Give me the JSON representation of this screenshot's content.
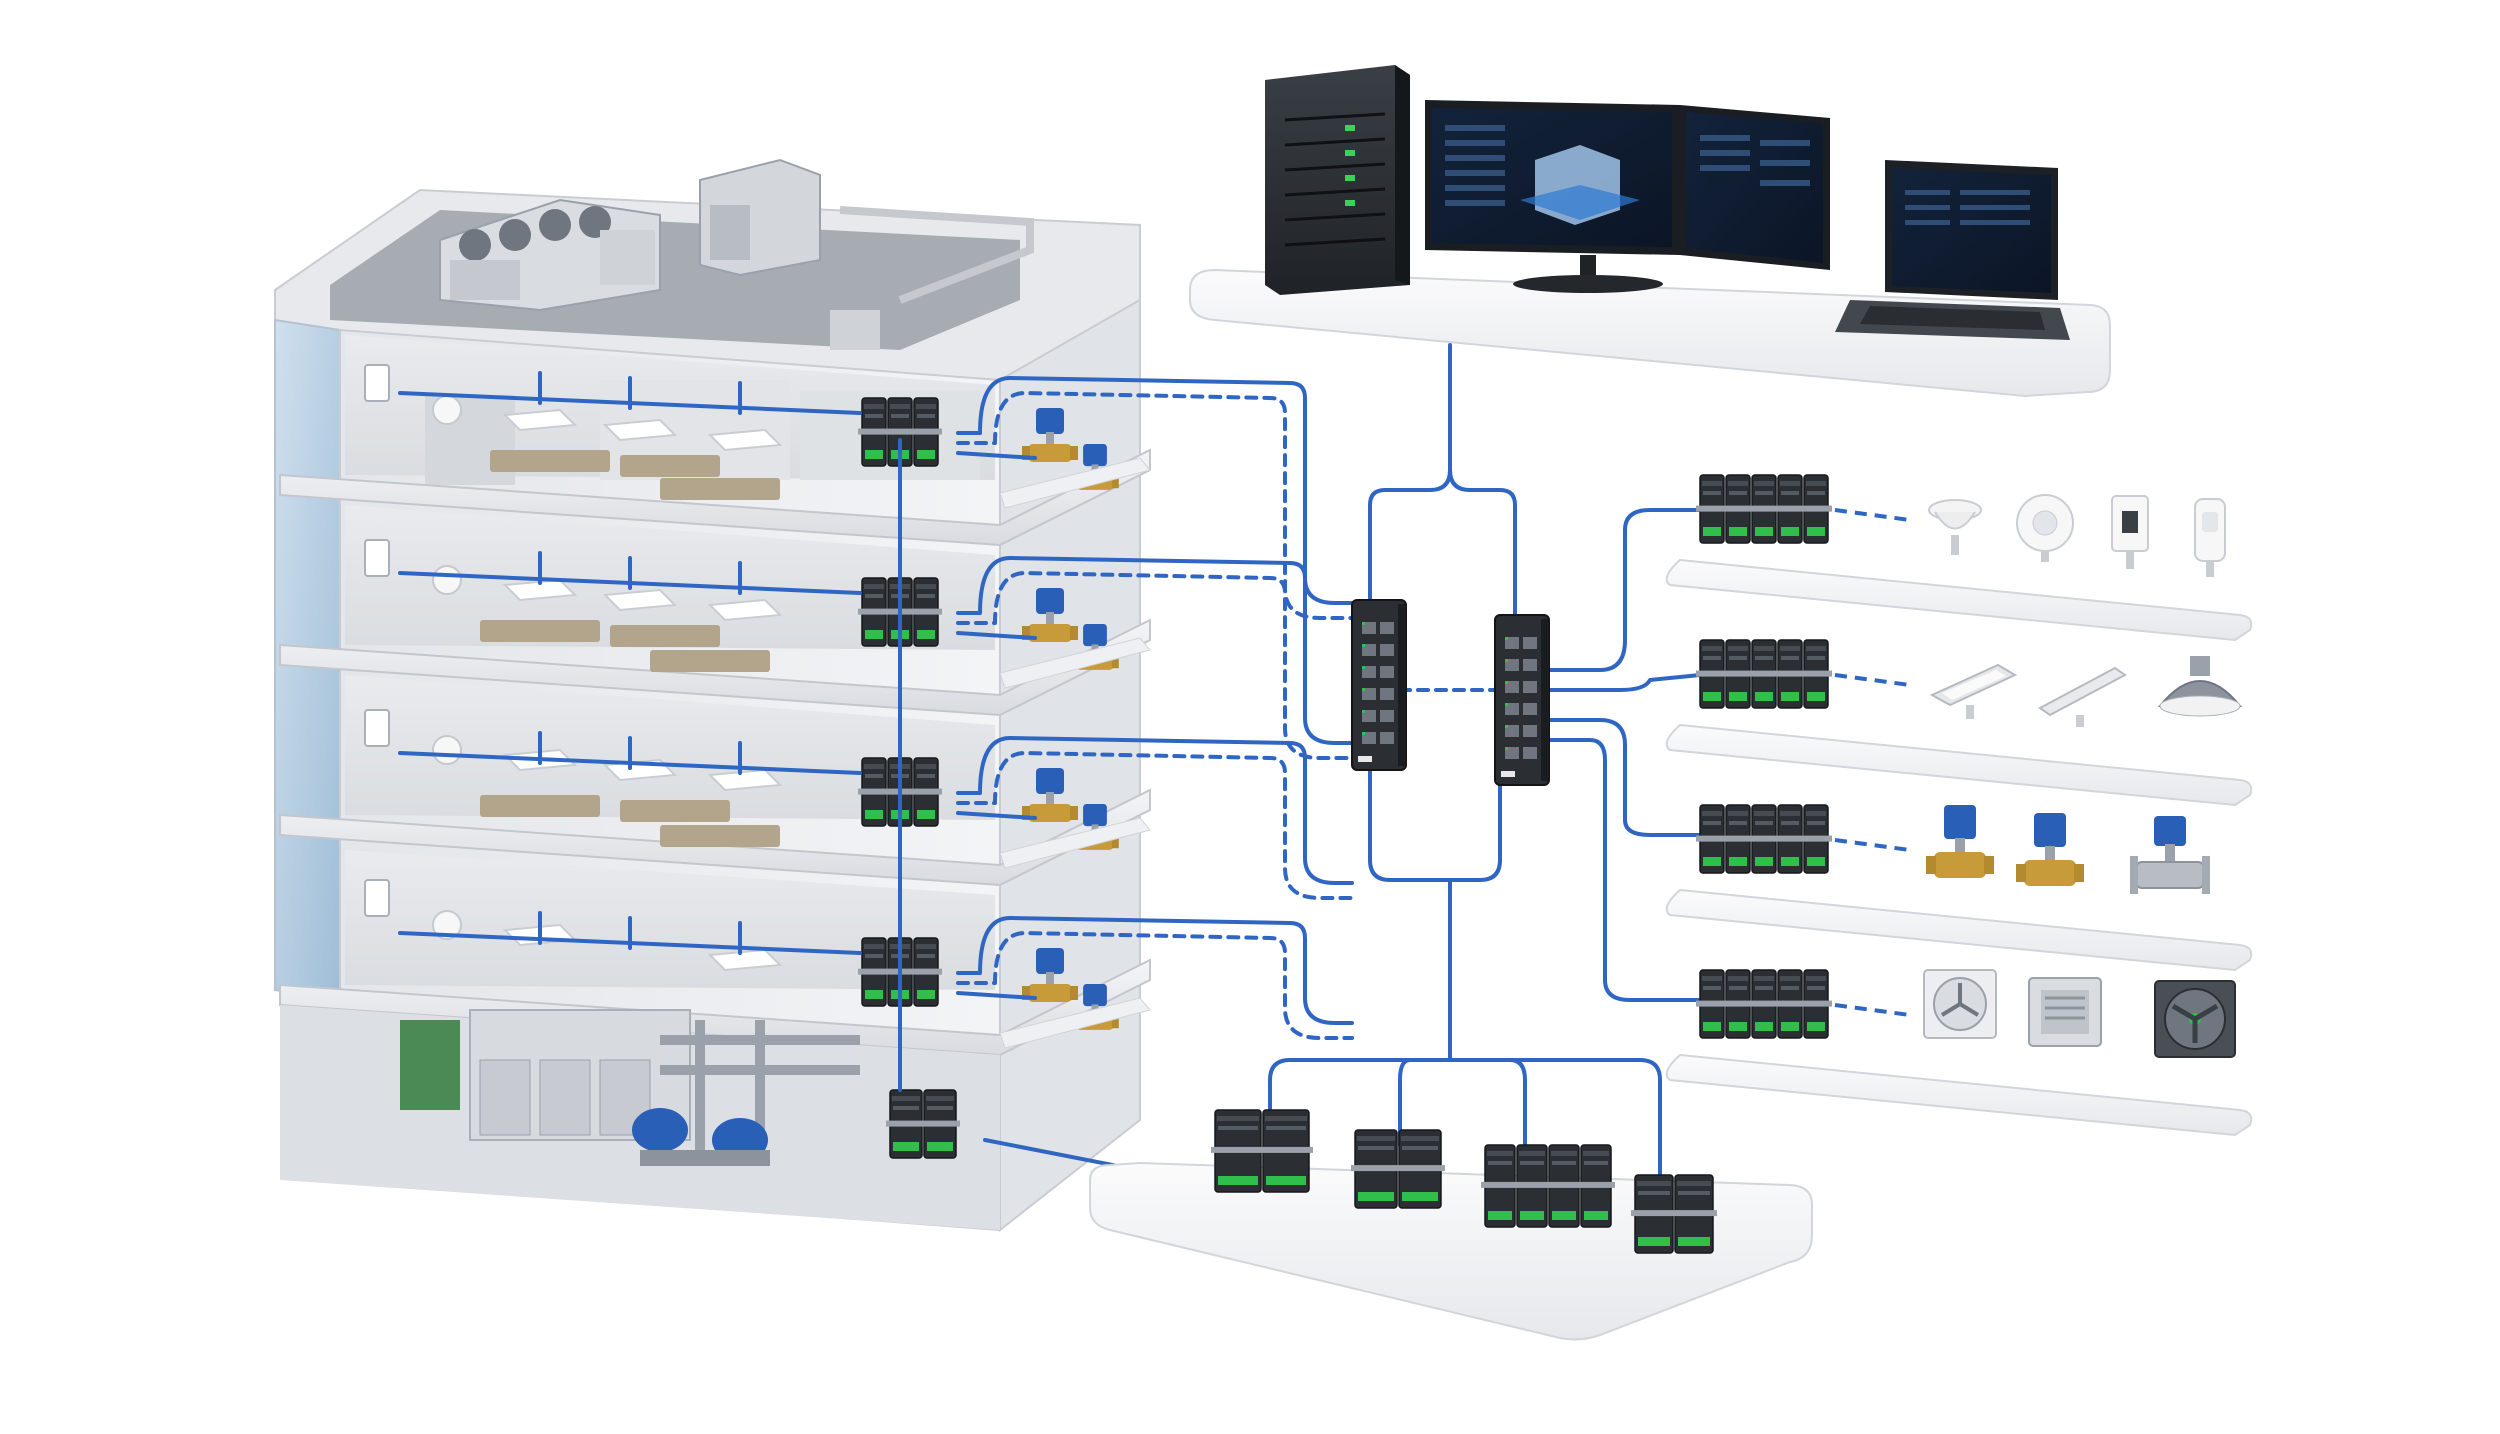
{
  "palette": {
    "background": "#ffffff",
    "cable": "#2f66c4",
    "cable_light": "#5b8ee0",
    "controller": "#2b2f33",
    "terminal": "#2fbf4a",
    "building_white": "#eef0f3",
    "glass": "#bcd3e6",
    "platform": "#f5f6f8",
    "valve_blue": "#2a5fb8",
    "brass": "#c79a3a",
    "screen_dark": "#0f1b2d"
  },
  "scene": {
    "floors": 4,
    "floor_controllers": 4,
    "network_switches": 2,
    "field_rows": [
      {
        "kind": "sensors",
        "devices": [
          "ceiling-sensor-icon",
          "motion-sensor-icon",
          "wall-switch-icon",
          "thermostat-icon"
        ]
      },
      {
        "kind": "lighting",
        "devices": [
          "panel-light-icon",
          "linear-light-icon",
          "highbay-light-icon"
        ]
      },
      {
        "kind": "valves",
        "devices": [
          "valve-icon",
          "valve-icon",
          "flanged-valve-icon"
        ]
      },
      {
        "kind": "fans",
        "devices": [
          "fan-unit-icon",
          "damper-icon",
          "exhaust-fan-icon"
        ]
      }
    ],
    "workstation": [
      "server-tower-icon",
      "dual-monitor-icon",
      "laptop-icon"
    ],
    "bottom_controllers": 4
  }
}
